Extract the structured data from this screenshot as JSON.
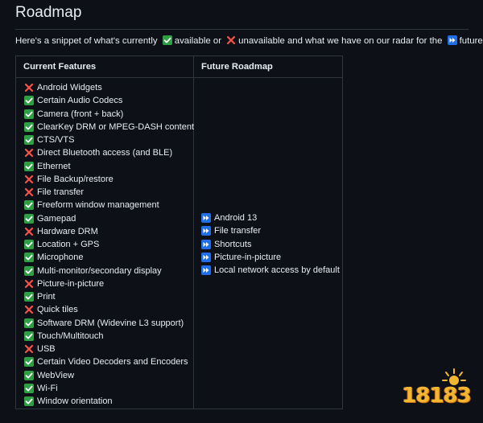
{
  "heading": "Roadmap",
  "intro": {
    "part1": "Here's a snippet of what's currently",
    "available": "available or",
    "unavailable": "unavailable and what we have on our radar for the",
    "future": "future:"
  },
  "table": {
    "col1_header": "Current Features",
    "col2_header": "Future Roadmap",
    "features": [
      {
        "label": "Android Widgets",
        "status": "unavailable"
      },
      {
        "label": "Certain Audio Codecs",
        "status": "available"
      },
      {
        "label": "Camera (front + back)",
        "status": "available"
      },
      {
        "label": "ClearKey DRM or MPEG-DASH content",
        "status": "available"
      },
      {
        "label": "CTS/VTS",
        "status": "available"
      },
      {
        "label": "Direct Bluetooth access (and BLE)",
        "status": "unavailable"
      },
      {
        "label": "Ethernet",
        "status": "available"
      },
      {
        "label": "File Backup/restore",
        "status": "unavailable"
      },
      {
        "label": "File transfer",
        "status": "unavailable"
      },
      {
        "label": "Freeform window management",
        "status": "available"
      },
      {
        "label": "Gamepad",
        "status": "available"
      },
      {
        "label": "Hardware DRM",
        "status": "unavailable"
      },
      {
        "label": "Location + GPS",
        "status": "available"
      },
      {
        "label": "Microphone",
        "status": "available"
      },
      {
        "label": "Multi-monitor/secondary display",
        "status": "available"
      },
      {
        "label": "Picture-in-picture",
        "status": "unavailable"
      },
      {
        "label": "Print",
        "status": "available"
      },
      {
        "label": "Quick tiles",
        "status": "unavailable"
      },
      {
        "label": "Software DRM (Widevine L3 support)",
        "status": "available"
      },
      {
        "label": "Touch/Multitouch",
        "status": "available"
      },
      {
        "label": "USB",
        "status": "unavailable"
      },
      {
        "label": "Certain Video Decoders and Encoders",
        "status": "available"
      },
      {
        "label": "WebView",
        "status": "available"
      },
      {
        "label": "Wi-Fi",
        "status": "available"
      },
      {
        "label": "Window orientation",
        "status": "available"
      }
    ],
    "future": [
      "Android 13",
      "File transfer",
      "Shortcuts",
      "Picture-in-picture",
      "Local network access by default"
    ]
  },
  "watermark": {
    "text": "18183"
  },
  "colors": {
    "available": "#2ea043",
    "unavailable": "#f85149",
    "future": "#1f6feb",
    "background": "#0d1117",
    "border": "#30363d"
  },
  "icons": {
    "available": "check-icon",
    "unavailable": "cross-icon",
    "future": "fast-forward-icon"
  }
}
